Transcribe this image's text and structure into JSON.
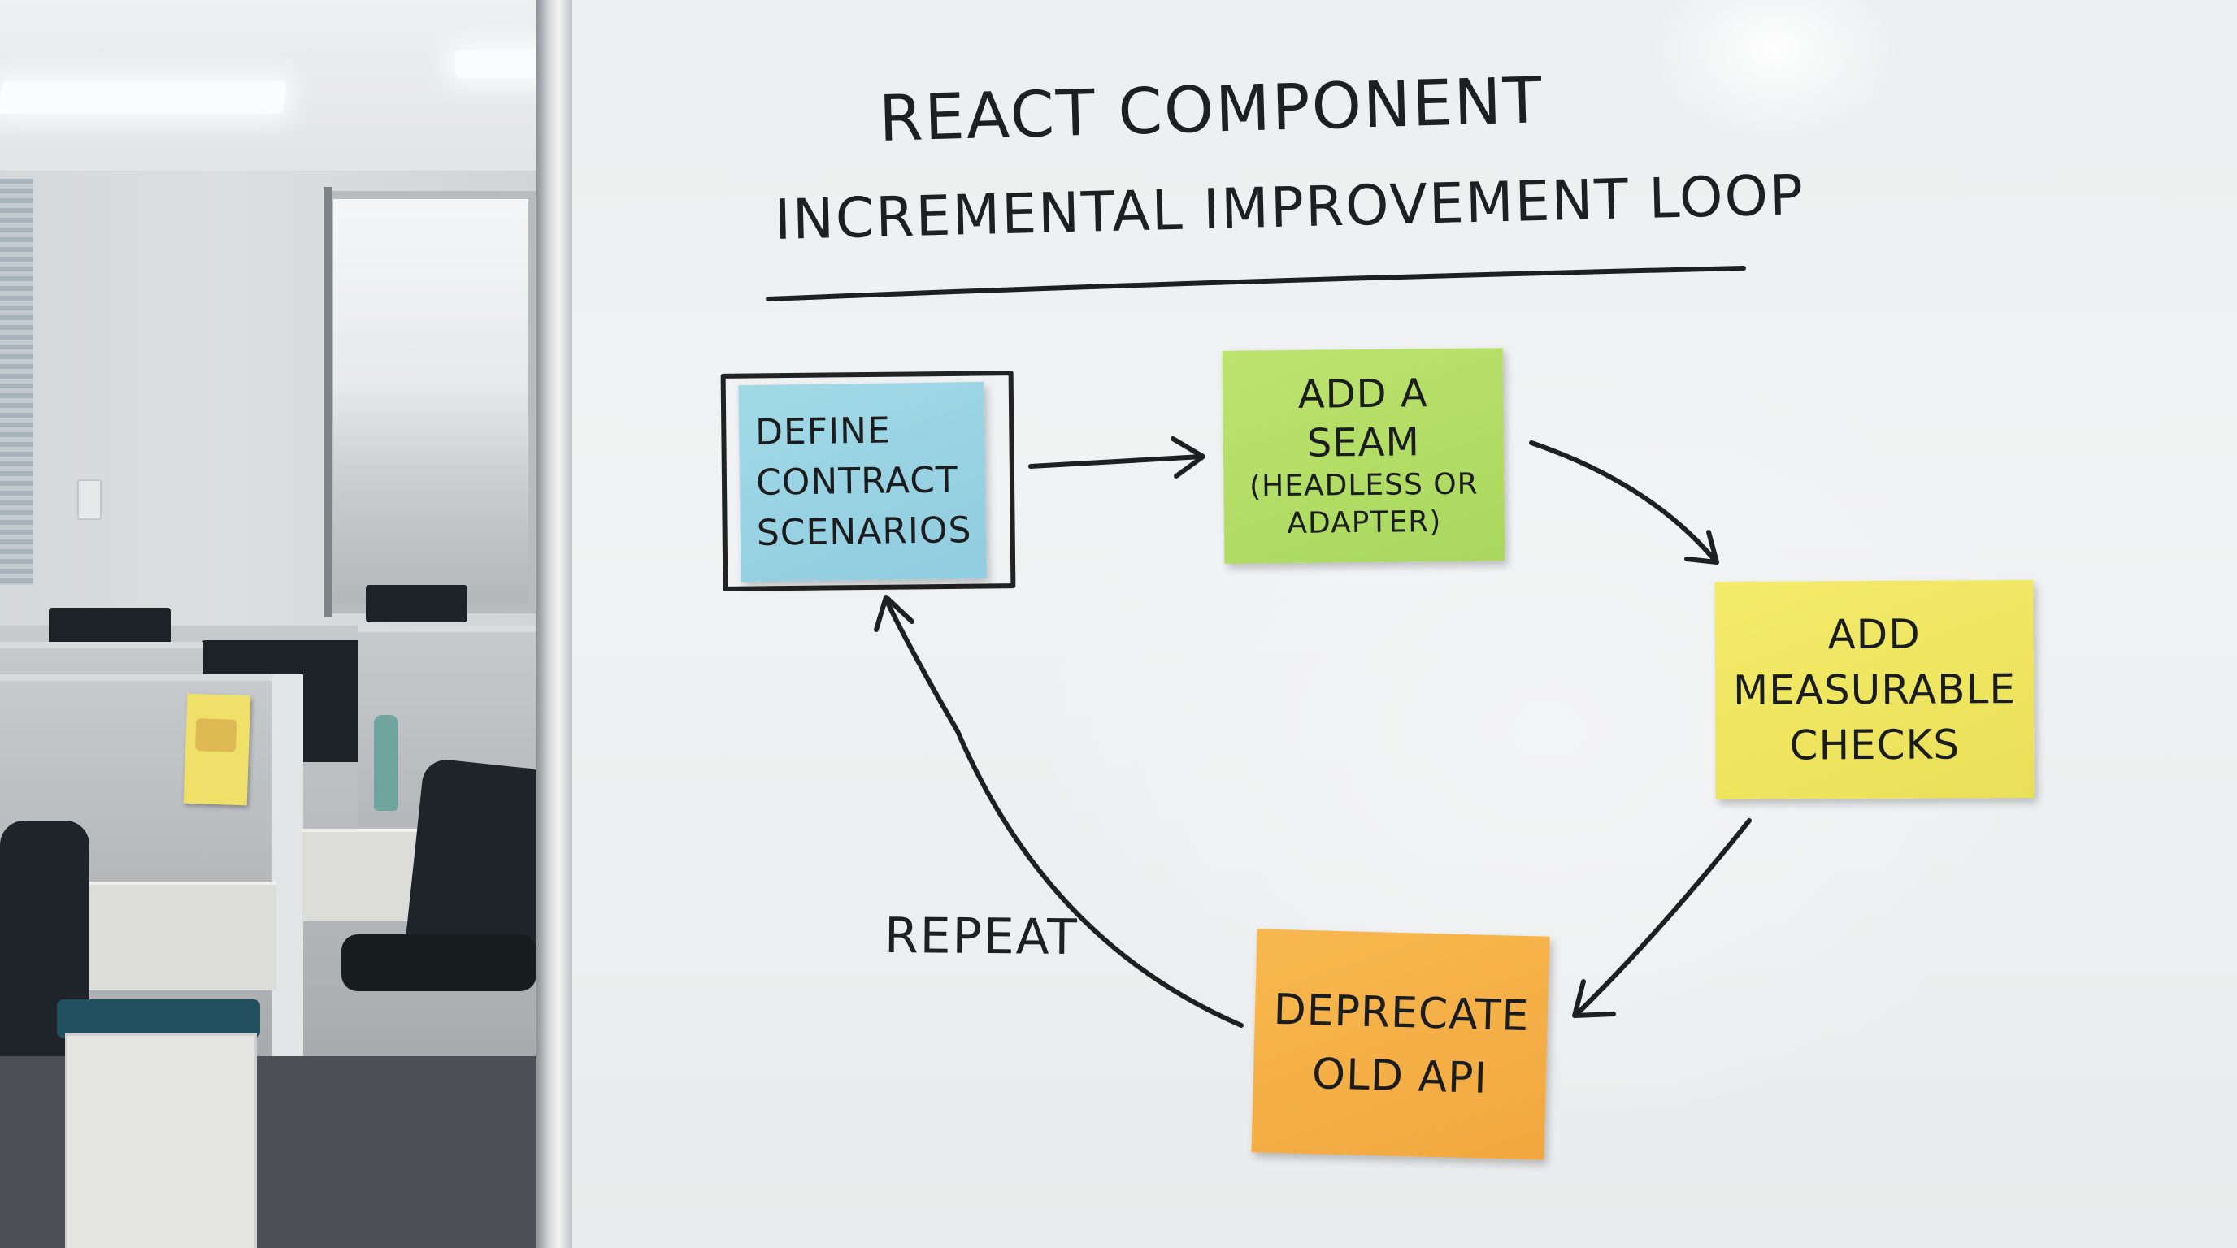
{
  "whiteboard": {
    "title_line1": "REACT COMPONENT",
    "title_line2": "INCREMENTAL IMPROVEMENT LOOP",
    "loop_label": "REPEAT",
    "colors": {
      "marker": "#1e1f21",
      "note_blue": "#9ad3e3",
      "note_green": "#b4de66",
      "note_yellow": "#efe662",
      "note_orange": "#f5b148"
    }
  },
  "steps": [
    {
      "text": "DEFINE\nCONTRACT\nSCENARIOS",
      "color": "blue"
    },
    {
      "text_main": "ADD A\nSEAM",
      "text_sub": "(HEADLESS OR\nADAPTER)",
      "color": "green"
    },
    {
      "text": "ADD\nMEASURABLE\nCHECKS",
      "color": "yellow"
    },
    {
      "text": "DEPRECATE\nOLD API",
      "color": "orange"
    }
  ]
}
